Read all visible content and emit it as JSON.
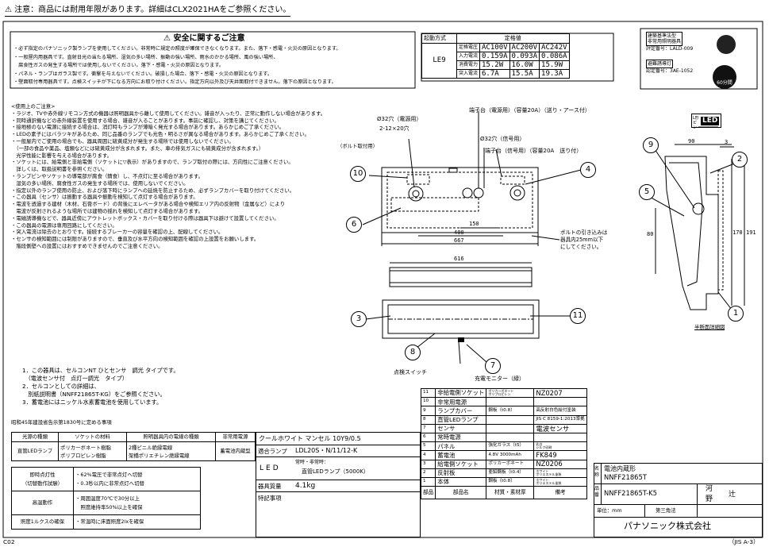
{
  "header": {
    "warning_symbol": "⚠",
    "notice": "注意：商品には耐用年限があります。詳細はCLX2021HAをご参照ください。"
  },
  "safety": {
    "title": "安全に関するご注意",
    "lines": [
      "・必ず指定のパナソニック製ランプを使用してください。非常時に規定の照度が確保できなくなります。また、落下・感電・火災の原因となります。",
      "・一般屋内用器具です。直射日光の当たる場所、湿気の多い場所、振動の強い場所、雨水のかかる場所、風の強い場所、",
      "　腐食性ガスの発生する場所では使用しないでください。落下・感電・火災の原因となります。",
      "・パネル・ランプはガラス製です。衝撃を与えないでください。破損した場合、落下・感電・火災の原因となります。",
      "・壁面取付専用器具です。点検スイッチが下になる方向にお取り付けください。指定方向以外及び天井面取付できません。落下の原因となります。"
    ]
  },
  "specs": {
    "start_method": "起動方式",
    "rating": "定格値",
    "type_code": "LE9",
    "columns": [
      "定格電圧",
      "AC100V",
      "AC200V",
      "AC242V"
    ],
    "rows": [
      [
        "入力電流",
        "0.159A",
        "0.093A",
        "0.086A"
      ],
      [
        "消費電力",
        "15.2W",
        "16.0W",
        "15.9W"
      ],
      [
        "突入電流",
        "6.7A",
        "15.5A",
        "19.3A"
      ]
    ]
  },
  "cert": {
    "label1": "建築基準法型",
    "label2": "非常用照明器具",
    "approval1": "評定番号：LALD-009",
    "label3": "避難誘導灯",
    "label3b": "誘導灯",
    "approval2": "認定番号：3AE-1052",
    "seal_text": "60分間"
  },
  "usage": {
    "heading": "<使用上のご注意>",
    "lines": [
      "・ラジオ、TVや赤外線リモコン方式の機器は照明器具から離して使用してください。雑音が入ったり、正常に動作しない場合があります。",
      "・同時通訳機などの赤外線装置を使用する場合、雑音が入ることがあります。事前に確認し、対策を講じてください。",
      "・接地極のない電源に接続する場合は、消灯時もランプが薄暗く発光する場合があります。あらかじめご了承ください。",
      "・LEDの素子にはバラツキがあるため、同じ品番のランプでも光色・明るさが異なる場合があります。あらかじめご了承ください。",
      "・一般屋内でご使用の場合でも、器具周囲に硫黄成分が発生する場所では使用しないでください。",
      "　（一部の食品や薬品、塩類などには硫黄成分が含まれます。また、車の排気ガスにも硫黄成分が含まれます。）",
      "　光学性能に影響を与える場合があります。",
      "・ソケットには、給電側と非給電側（ソケットに▽表示）がありますので、ランプ取付の際には、方向性にご注意ください。",
      "　詳しくは、取扱説明書を参照ください。",
      "・ランプピンやソケットの導電部が腐食（錆食）し、不点灯に至る場合があります。",
      "　湿気の多い場所、腐食性ガスの発生する場所では、使用しないでください。",
      "・指定以外のランプ使用の防止、および落下時にランプへの延焼を防止するため、必ずランプカバーを取り付けてください。",
      "・この器具（センサ）は振動する器具や振動を検知して点灯する場合があります。",
      "・電波を透過する建材（木材、石膏ボード）の背後にエレベータがある場合や検知エリア内の反射物（金属など）により",
      "　電波が反射されるような場所では建物の揺れを検知して点灯する場合があります。",
      "・電磁誘導機などで、器具近傍にアウトレットボックス・カバーを取り付ける際は器具下は避けて設置してください。",
      "・この器具の電源は専用回路にしてください。",
      "・突入電流は除去のとおりです。接続するブレーカーの容量を確認の上、配線してください。",
      "・センサの検知範囲には制限がありますので、垂直及び水平方向の検知範囲を確認の上設置をお願いします。",
      "　階段側壁への設置にはおすすめできませんのでご注意ください。"
    ]
  },
  "notes": {
    "lines": [
      "1．この器具は、セルコンNT ひとセンサ　調光 タイプです。",
      "　（電波センサ付　点灯一調光　タイプ）",
      "2．セルコンとしての詳細は、",
      "　別紙説明書（NNFF21865T-KG）をご参照ください。",
      "3．蓄電池にはニッケル水素蓄電池を使用しています。"
    ],
    "decree": "昭和45年建設省告示第1830号に定める事項"
  },
  "decree_table": {
    "headers": [
      "光源の種類",
      "ソケットの材料",
      "照明器具内の電線の種類",
      "非常用電源"
    ],
    "row": [
      "直管LEDランプ",
      "ポリカーボネート樹脂\nポリプロピレン樹脂",
      "2種ビニル絶縁電線\n架橋ポリエチレン絶縁電線",
      "蓄電池内蔵型"
    ],
    "rows2": [
      [
        "即時点灯性\n（切替動作試験）",
        "・62%電圧で非常点灯へ切替\n・0.3秒以内に非常点灯へ切替"
      ],
      [
        "高温動作",
        "・周囲温度70℃で30分以上\n　照度維持率50%以上を確保"
      ],
      [
        "照度1ルクスの確保",
        "・常温時に床面照度2lxを確保"
      ]
    ]
  },
  "dimensions": {
    "power_terminal": "端子台（電源用）（容量20A）（送り・アース付）",
    "hole_power": "Ø32穴（電源用）",
    "holes_bolt": "2-12×20穴",
    "bolt_note": "（ボルト取付用）",
    "hole_signal": "Ø32穴（信号用）",
    "signal_terminal": "端子台（信号用）（容量20A　送り付）",
    "d150": "150",
    "d400": "400",
    "d667": "667",
    "d616": "616",
    "d90": "90",
    "d3": "3",
    "d80": "80",
    "d170": "170",
    "d191": "191",
    "bolt_note2": "ボルトの引き込みは\n器具内25mm以下\nにしてください。",
    "half_section": "半断面詳細図",
    "check_switch": "点検スイッチ",
    "charge_monitor": "充電モニター（緑）",
    "led_badge_small": "L形ピン",
    "led_badge": "LED",
    "callouts": [
      "1",
      "2",
      "3",
      "4",
      "5",
      "6",
      "7",
      "8",
      "9",
      "10",
      "11"
    ]
  },
  "parts": {
    "rows": [
      [
        "11",
        "非給電側ソケット",
        "ポリカーボネート\nポリプロピレン",
        "NZ0207"
      ],
      [
        "10",
        "非常用電源",
        "",
        ""
      ],
      [
        "9",
        "ランプカバー",
        "鋼板（t0.8）",
        "高反射白色絵付塗装"
      ],
      [
        "8",
        "直管LEDランプ",
        "",
        "JIS C 8159-1:2013準拠"
      ],
      [
        "7",
        "センサ",
        "",
        "電波センサ"
      ],
      [
        "6",
        "常時電源",
        "",
        ""
      ],
      [
        "5",
        "パネル",
        "強化ガラス（t5）",
        "乳白\nシルク印刷"
      ],
      [
        "4",
        "蓄電池",
        "4.8V 3000mAh",
        "FK849"
      ],
      [
        "3",
        "給電側ソケット",
        "ポリカーボネート",
        "NZ0206"
      ],
      [
        "2",
        "反射板",
        "亜鉛鋼板（t0.4）",
        "ホワイト\nポリエステル塗装"
      ],
      [
        "1",
        "本体",
        "鋼板（t0.8）",
        "ホワイト\nポリエステル塗装"
      ]
    ],
    "footer": [
      "部品",
      "部品名",
      "材質・素材厚",
      "備考"
    ]
  },
  "spec_block": {
    "color_label": "クールホワイト マンセル 10Y9/0.5",
    "lamp_label": "適合ランプ",
    "lamp_value": "LDL20S・N/11/12-K",
    "led_label": "LED",
    "led_value_1": "常時・非常時：",
    "led_value_2": "直管LEDランプ（5000K）",
    "weight_label": "器具質量",
    "weight_value": "4.1kg",
    "special_label": "特記事項"
  },
  "title_block": {
    "name_label": "名称",
    "name_1": "電池内蔵形",
    "name_2": "NNFF21865T",
    "model_label": "品番",
    "model": "NNFF21865T-K5",
    "unit": "単位：mm",
    "projection": "第三角法",
    "checker_1": "河",
    "checker_2": "野",
    "checker_3": "辻",
    "company": "パナソニック株式会社"
  },
  "footer": {
    "left": "C02",
    "right": "（JIS A-3）"
  }
}
